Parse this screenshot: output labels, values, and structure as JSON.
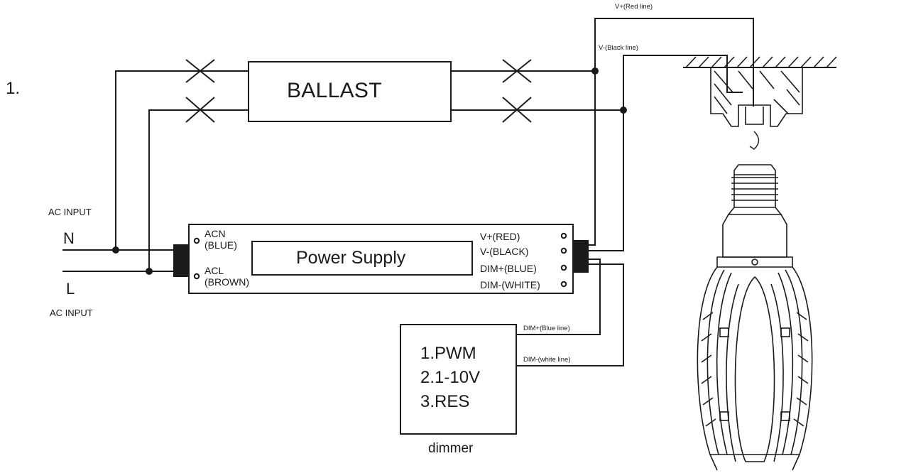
{
  "step_number": "1.",
  "ballast_label": "BALLAST",
  "ac_input_top": "AC INPUT",
  "ac_input_bottom": "AC INPUT",
  "n_label": "N",
  "l_label": "L",
  "power_supply": {
    "title": "Power Supply",
    "acn_line1": "ACN",
    "acn_line2": "(BLUE)",
    "acl_line1": "ACL",
    "acl_line2": "(BROWN)",
    "vplus": "V+(RED)",
    "vminus": "V-(BLACK)",
    "dimplus": "DIM+(BLUE)",
    "dimminus": "DIM-(WHITE)"
  },
  "wire_labels": {
    "vplus_red": "V+(Red line)",
    "vminus_black": "V-(Black line)",
    "dimplus_blue": "DIM+(Blue line)",
    "dimminus_white": "DIM-(white line)"
  },
  "dimmer": {
    "line1": "1.PWM",
    "line2": "2.1-10V",
    "line3": "3.RES",
    "caption": "dimmer"
  }
}
